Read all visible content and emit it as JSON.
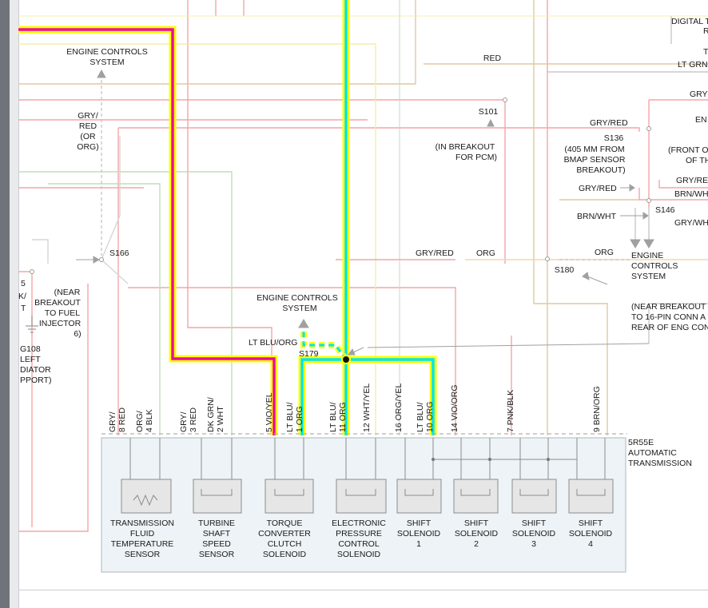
{
  "labels": {
    "ecs_top_l1": "ENGINE CONTROLS",
    "ecs_top_l2": "SYSTEM",
    "gry_red_or_org_l1": "GRY/",
    "gry_red_or_org_l2": "RED",
    "gry_red_or_org_l3": "(OR",
    "gry_red_or_org_l4": "ORG)",
    "s166": "S166",
    "near_inj_l1": "(NEAR",
    "near_inj_l2": "BREAKOUT",
    "near_inj_l3": "TO FUEL",
    "near_inj_l4": "INJECTOR",
    "near_inj_l5": "6)",
    "frag_5": "5",
    "frag_k": "K/",
    "frag_t": "T",
    "g108_l1": "G108",
    "g108_l2": "LEFT",
    "g108_l3": "DIATOR",
    "g108_l4": "PPORT)",
    "red_top": "RED",
    "s101": "S101",
    "in_breakout_l1": "(IN BREAKOUT",
    "in_breakout_l2": "FOR PCM)",
    "digital_l1": "DIGITAL T",
    "digital_l2": "R",
    "digital_l3": "T",
    "digital_l4": "LT GRN",
    "gry_right": "GRY",
    "en_right": "EN",
    "gry_red_s136": "GRY/RED",
    "s136": "S136",
    "s136_d1": "(405 MM FROM",
    "s136_d2": "BMAP SENSOR",
    "s136_d3": "BREAKOUT)",
    "front_l1": "(FRONT O",
    "front_l2": "OF TH",
    "gry_re_r": "GRY/RE",
    "brn_wh_r": "BRN/WH",
    "gry_red_mid": "GRY/RED",
    "brn_wht_mid": "BRN/WHT",
    "s146": "S146",
    "gry_wh_r": "GRY/WH",
    "gry_red_s180": "GRY/RED",
    "org_a": "ORG",
    "org_b": "ORG",
    "s180": "S180",
    "ecs_right_l1": "ENGINE",
    "ecs_right_l2": "CONTROLS",
    "ecs_right_l3": "SYSTEM",
    "near16_l1": "(NEAR BREAKOUT",
    "near16_l2": "TO 16-PIN CONN A",
    "near16_l3": "REAR OF ENG CON",
    "ecs_mid_l1": "ENGINE CONTROLS",
    "ecs_mid_l2": "SYSTEM",
    "lt_blu_org": "LT BLU/ORG",
    "s179": "S179",
    "trans_l1": "5R55E",
    "trans_l2": "AUTOMATIC",
    "trans_l3": "TRANSMISSION"
  },
  "pins": [
    {
      "num": "8",
      "c1": "GRY/",
      "c2": "RED"
    },
    {
      "num": "4",
      "c1": "ORG/",
      "c2": "BLK"
    },
    {
      "num": "3",
      "c1": "GRY/",
      "c2": "RED"
    },
    {
      "num": "2",
      "c1": "DK GRN/",
      "c2": "WHT"
    },
    {
      "num": "5",
      "c1": "VIO/YEL",
      "c2": ""
    },
    {
      "num": "1",
      "c1": "LT BLU/",
      "c2": "ORG"
    },
    {
      "num": "11",
      "c1": "LT BLU/",
      "c2": "ORG"
    },
    {
      "num": "12",
      "c1": "WHT/YEL",
      "c2": ""
    },
    {
      "num": "16",
      "c1": "ORG/YEL",
      "c2": ""
    },
    {
      "num": "10",
      "c1": "LT BLU/",
      "c2": "ORG"
    },
    {
      "num": "14",
      "c1": "VIO/ORG",
      "c2": ""
    },
    {
      "num": "7",
      "c1": "PNK/BLK",
      "c2": ""
    },
    {
      "num": "9",
      "c1": "BRN/ORG",
      "c2": ""
    }
  ],
  "components": [
    {
      "lines": [
        "TRANSMISSION",
        "FLUID",
        "TEMPERATURE",
        "SENSOR"
      ]
    },
    {
      "lines": [
        "TURBINE",
        "SHAFT",
        "SPEED",
        "SENSOR"
      ]
    },
    {
      "lines": [
        "TORQUE",
        "CONVERTER",
        "CLUTCH",
        "SOLENOID"
      ]
    },
    {
      "lines": [
        "ELECTRONIC",
        "PRESSURE",
        "CONTROL",
        "SOLENOID"
      ]
    },
    {
      "lines": [
        "SHIFT",
        "SOLENOID",
        "1"
      ]
    },
    {
      "lines": [
        "SHIFT",
        "SOLENOID",
        "2"
      ]
    },
    {
      "lines": [
        "SHIFT",
        "SOLENOID",
        "3"
      ]
    },
    {
      "lines": [
        "SHIFT",
        "SOLENOID",
        "4"
      ]
    }
  ],
  "colors": {
    "highlight_yellow": "#ffff00",
    "highlight_cyan": "#00e5ee",
    "highlight_magenta": "#ee0aa0",
    "wire_pink": "#f4a6a6",
    "wire_tan": "#e3c7a2",
    "wire_green": "#bde0b5",
    "component_fill": "#edf3f6"
  }
}
